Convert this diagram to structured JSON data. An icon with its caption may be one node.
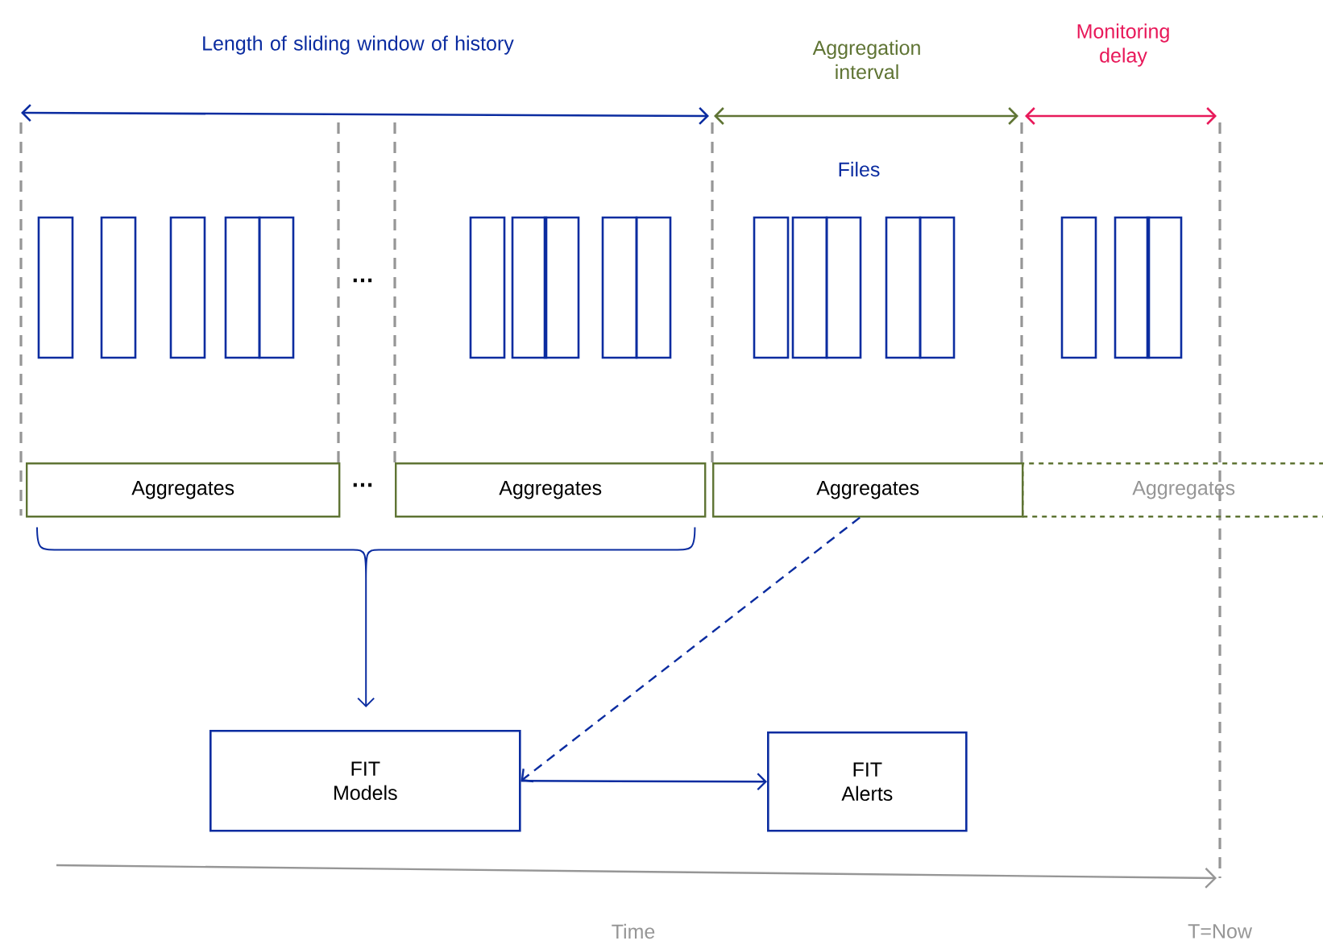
{
  "diagram": {
    "nodes": [
      {
        "text": [
          "Aggregates"
        ]
      },
      {
        "text": [
          "Aggregates"
        ]
      },
      {
        "text": [
          "Aggregates"
        ]
      },
      {
        "text": [
          "Aggregates"
        ]
      },
      {
        "text": [
          "FIT Models"
        ]
      },
      {
        "text": [
          "FIT Alerts"
        ]
      }
    ],
    "edges": [
      {
        "from": 0,
        "to": 4,
        "arrow": "to"
      },
      {
        "from": 1,
        "to": 4,
        "arrow": "to"
      },
      {
        "from": 2,
        "to": 4,
        "arrow": "to",
        "style": "dashed"
      },
      {
        "from": 4,
        "to": 5,
        "arrow": "to"
      }
    ],
    "labels": [
      "Length of sliding window of history",
      "Aggregation interval",
      "Monitoring delay",
      "Files",
      "…",
      "…",
      "Time",
      "T=Now"
    ]
  }
}
